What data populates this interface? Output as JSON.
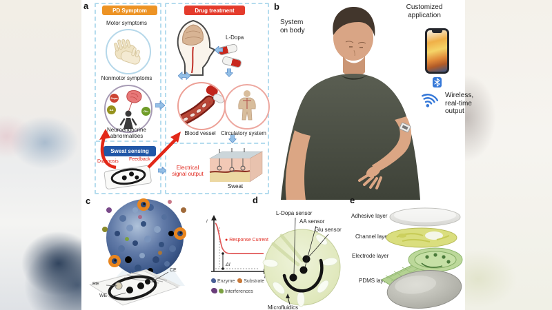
{
  "panel_a": {
    "label": "a",
    "pd_badge": "PD Symptom",
    "drug_badge": "Drug treatment",
    "motor": "Motor symptoms",
    "nonmotor": "Nonmotor symptoms",
    "dots": {
      "dopa": "Dopa",
      "aa": "AA",
      "glu": "Glu"
    },
    "neuro_l1": "Neuroendocrine",
    "neuro_l2": "abnormalities",
    "sweat_badge": "Sweat sensing",
    "diagnosis": "Diagnosis",
    "feedback": "Feedback",
    "ldopa": "L-Dopa",
    "blood_vessel": "Blood vessel",
    "circulatory": "Circulatory system",
    "elec_l1": "Electrical",
    "elec_l2": "signal output",
    "sweat": "Sweat"
  },
  "panel_b": {
    "label": "b",
    "system_l1": "System",
    "system_l2": "on body",
    "app_l1": "Customized",
    "app_l2": "application",
    "wireless_l1": "Wireless,",
    "wireless_l2": "real-time",
    "wireless_l3": "output"
  },
  "panel_c": {
    "label": "c",
    "response_current": "Response Current",
    "delta": "ΔI",
    "xlabel": "t",
    "ylabel": "I",
    "ce": "CE",
    "re": "RE",
    "we": "WE",
    "legend_enzyme": "Enzyme",
    "legend_substrate": "Substrate",
    "legend_interferences": "Interferences"
  },
  "panel_d": {
    "label": "d",
    "sensor1": "L-Dopa sensor",
    "sensor2": "AA sensor",
    "sensor3": "Glu sensor",
    "microfluidics": "Microfluidics"
  },
  "panel_e": {
    "label": "e",
    "layer1": "Adhesive layer",
    "layer2": "Channel layer",
    "layer3": "Electrode layer",
    "layer4": "PDMS layer"
  },
  "colors": {
    "pd_badge": "#ED9324",
    "drug_badge": "#E43B2C",
    "sweat_badge": "#2157A7",
    "red_accent": "#E0261C",
    "dashed_border": "#B5DCEE",
    "block_arrow": "#93BFE6",
    "wireless_blue": "#3578D8",
    "sphere_blue": "#3A5688",
    "device_green": "#DCE6B4"
  },
  "chart_data": {
    "type": "line",
    "title": "",
    "xlabel": "t",
    "ylabel": "I",
    "annotations": [
      "Response Current",
      "ΔI"
    ],
    "series": [
      {
        "name": "Response Current",
        "x": [
          0,
          0.3,
          0.6,
          1,
          1.5,
          2,
          3,
          4,
          5,
          7,
          10
        ],
        "y": [
          1.0,
          0.82,
          0.6,
          0.42,
          0.3,
          0.24,
          0.21,
          0.2,
          0.2,
          0.2,
          0.2
        ]
      }
    ],
    "baseline": 0.05,
    "delta_I": 0.15,
    "axis_ranges": {
      "x": [
        0,
        10
      ],
      "y": [
        0,
        1
      ]
    },
    "grid": false,
    "legend_position": "none",
    "line_color": "#E05858"
  }
}
